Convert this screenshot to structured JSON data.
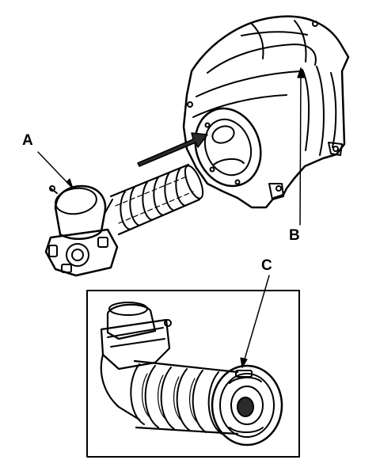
{
  "callouts": {
    "a": "A",
    "b": "B",
    "c": "C"
  },
  "colors": {
    "line": "#000000",
    "background": "#ffffff",
    "shade": "#2b2b2b"
  }
}
